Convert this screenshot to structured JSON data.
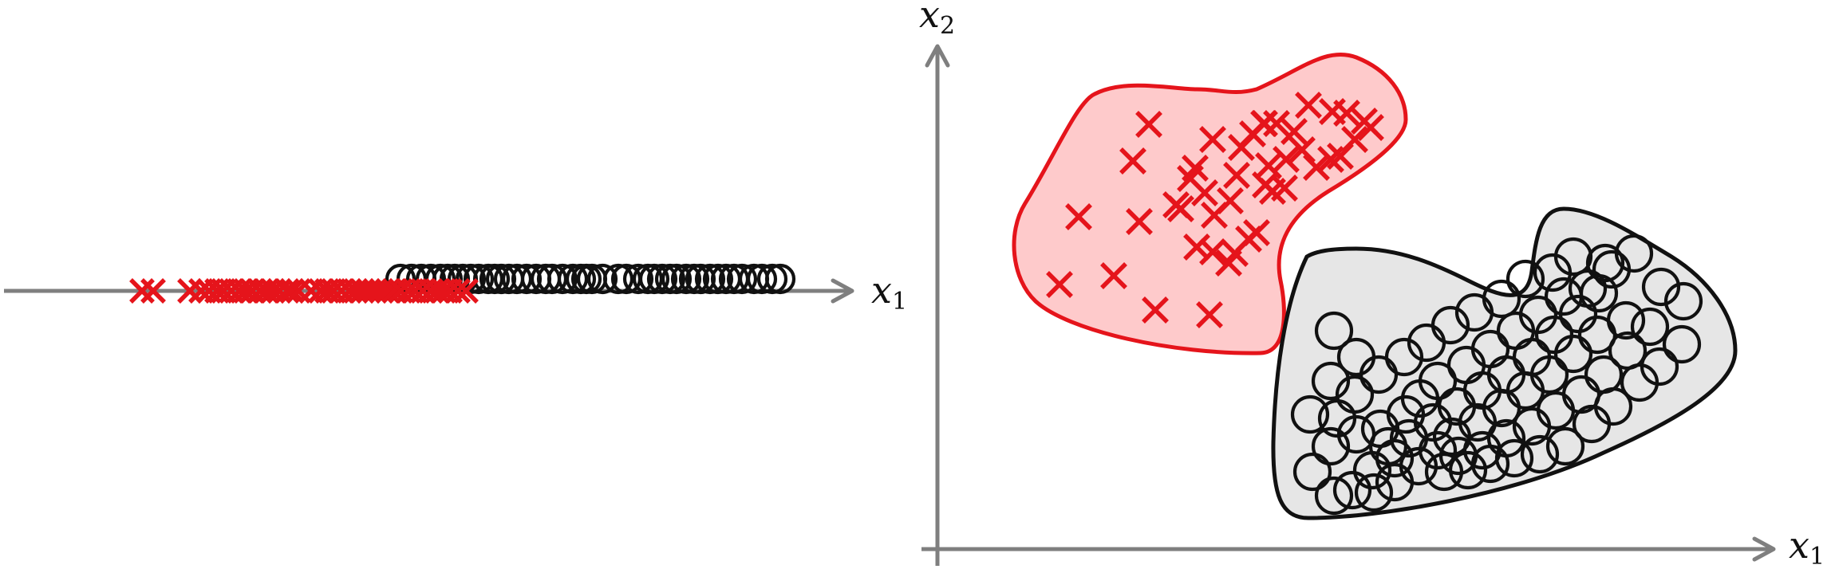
{
  "left_panel": {
    "x_axis_label": "x",
    "x_axis_subscript": "1"
  },
  "right_panel": {
    "x_axis_label": "x",
    "x_axis_subscript": "1",
    "y_axis_label": "x",
    "y_axis_subscript": "2"
  },
  "colors": {
    "class_a": "#e5141b",
    "class_b": "#111111",
    "region_a_fill": "#fecacb",
    "region_b_fill": "#e6e6e6",
    "axis": "#7f7f7f"
  },
  "markers": {
    "class_a": "cross",
    "class_b": "circle"
  }
}
